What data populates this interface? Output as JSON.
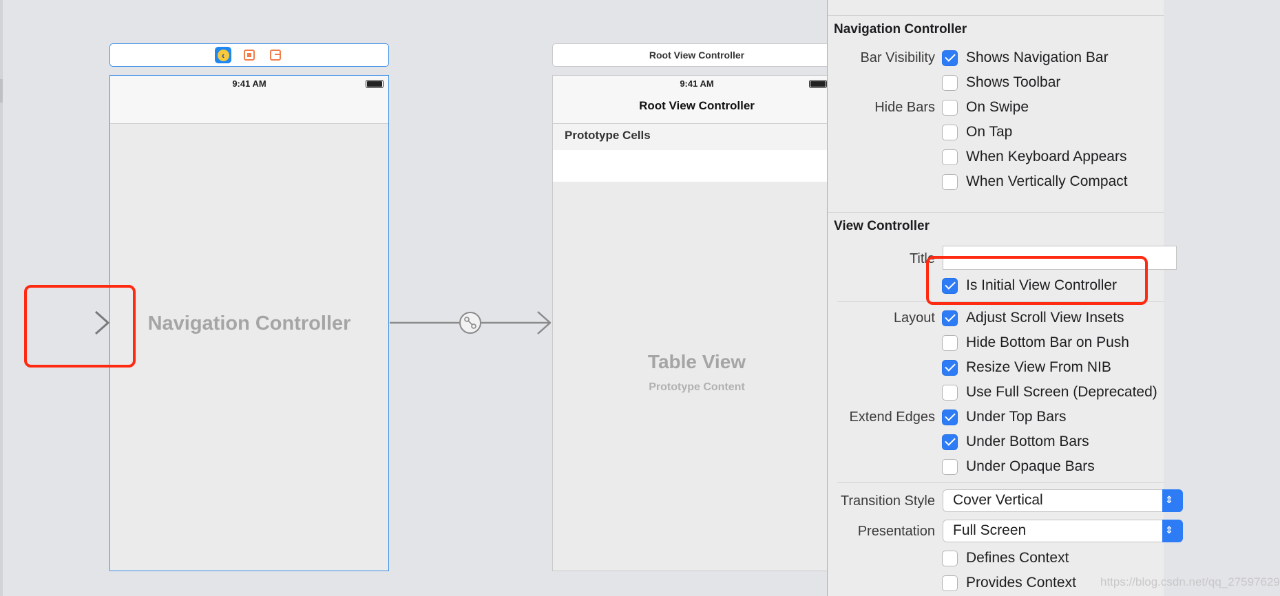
{
  "canvas": {
    "nav_scene": {
      "status_time": "9:41 AM",
      "placeholder": "Navigation Controller",
      "dock_icons": [
        "view-controller-icon",
        "first-responder-icon",
        "exit-icon"
      ]
    },
    "root_scene": {
      "bar_title": "Root View Controller",
      "status_time": "9:41 AM",
      "nav_title": "Root View Controller",
      "section_header": "Prototype Cells",
      "placeholder_title": "Table View",
      "placeholder_subtitle": "Prototype Content"
    },
    "entry_point_arrow": "initial-view-controller-arrow-icon",
    "segue_icon": "relationship-segue-icon"
  },
  "inspector": {
    "navigation_controller": {
      "section_title": "Navigation Controller",
      "bar_visibility_label": "Bar Visibility",
      "hide_bars_label": "Hide Bars",
      "options": [
        {
          "label": "Shows Navigation Bar",
          "checked": true
        },
        {
          "label": "Shows Toolbar",
          "checked": false
        },
        {
          "label": "On Swipe",
          "checked": false
        },
        {
          "label": "On Tap",
          "checked": false
        },
        {
          "label": "When Keyboard Appears",
          "checked": false
        },
        {
          "label": "When Vertically Compact",
          "checked": false
        }
      ]
    },
    "view_controller": {
      "section_title": "View Controller",
      "title_label": "Title",
      "title_value": "",
      "initial": {
        "label": "Is Initial View Controller",
        "checked": true
      },
      "layout_label": "Layout",
      "layout_options": [
        {
          "label": "Adjust Scroll View Insets",
          "checked": true
        },
        {
          "label": "Hide Bottom Bar on Push",
          "checked": false
        },
        {
          "label": "Resize View From NIB",
          "checked": true
        },
        {
          "label": "Use Full Screen (Deprecated)",
          "checked": false
        }
      ],
      "extend_edges_label": "Extend Edges",
      "extend_options": [
        {
          "label": "Under Top Bars",
          "checked": true
        },
        {
          "label": "Under Bottom Bars",
          "checked": true
        },
        {
          "label": "Under Opaque Bars",
          "checked": false
        }
      ],
      "transition_style_label": "Transition Style",
      "transition_style_value": "Cover Vertical",
      "presentation_label": "Presentation",
      "presentation_value": "Full Screen",
      "context_options": [
        {
          "label": "Defines Context",
          "checked": false
        },
        {
          "label": "Provides Context",
          "checked": false
        }
      ]
    }
  },
  "colors": {
    "canvas_bg": "#e3e4e8",
    "selection_blue": "#3d8ee6",
    "checkbox_blue": "#2d7cf6",
    "annotation_red": "#ff2a12"
  },
  "watermark": "https://blog.csdn.net/qq_27597629"
}
